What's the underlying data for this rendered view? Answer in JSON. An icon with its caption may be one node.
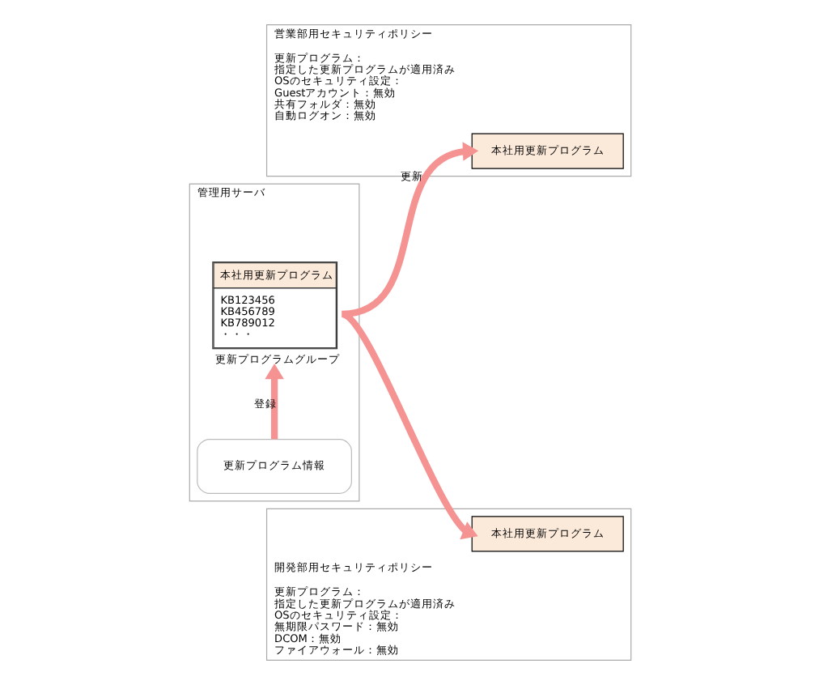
{
  "diagram": {
    "nodes": [
      {
        "text": [
          "管理用サーバ"
        ]
      },
      {
        "text": [
          "更新プログラム情報"
        ],
        "in": 0
      },
      {
        "text": [
          "本社用更新プログラム",
          "KB123456 KB456789 KB789012 ・・・"
        ],
        "beside": [
          "更新プログラムグループ"
        ],
        "in": 0
      },
      {
        "text": [
          "営業部用セキュリティポリシー",
          "更新プログラム：",
          "指定した更新プログラムが適用済み",
          "OSのセキュリティ設定：",
          "Guestアカウント：無効",
          "共有フォルダ：無効",
          "自動ログオン：無効"
        ]
      },
      {
        "text": [
          "本社用更新プログラム"
        ],
        "in": 3
      },
      {
        "text": [
          "開発部用セキュリティポリシー",
          "更新プログラム：",
          "指定した更新プログラムが適用済み",
          "OSのセキュリティ設定：",
          "無期限パスワード：無効",
          "DCOM：無効",
          "ファイアウォール：無効"
        ]
      },
      {
        "text": [
          "本社用更新プログラム"
        ],
        "in": 5
      }
    ],
    "edges": [
      {
        "from": 1,
        "to": 2,
        "arrow": "to",
        "label": "登録"
      },
      {
        "from": 2,
        "to": 4,
        "arrow": "to",
        "label": "更新"
      },
      {
        "from": 2,
        "to": 6,
        "arrow": "to"
      }
    ]
  }
}
